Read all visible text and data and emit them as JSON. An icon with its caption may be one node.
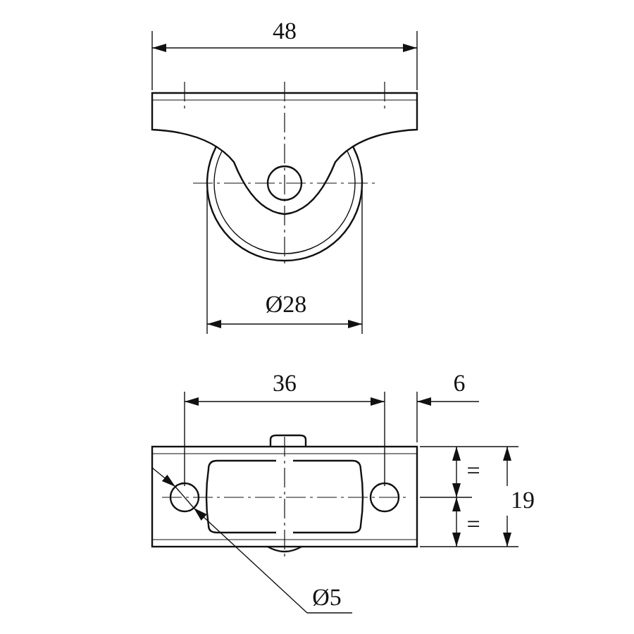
{
  "diagram": {
    "labels": [
      "48",
      "Ø28",
      "36",
      "6",
      "=",
      "=",
      "19",
      "Ø5"
    ]
  }
}
